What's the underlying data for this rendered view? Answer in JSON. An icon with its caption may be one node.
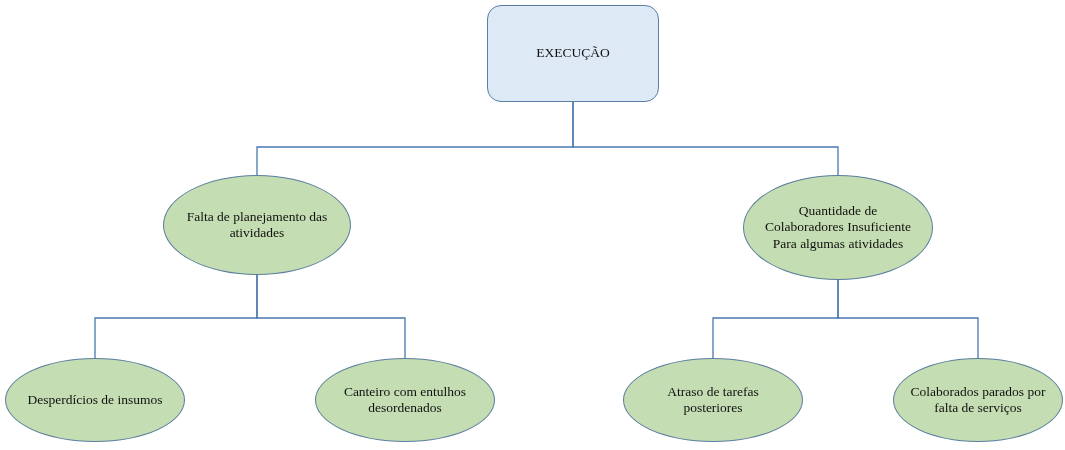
{
  "diagram": {
    "nodes": [
      {
        "text": [
          "EXECUÇÃO"
        ]
      },
      {
        "text": [
          "Falta de planejamento das atividades"
        ]
      },
      {
        "text": [
          "Quantidade de Colaboradores Insuficiente Para algumas atividades"
        ]
      },
      {
        "text": [
          "Desperdícios de insumos"
        ]
      },
      {
        "text": [
          "Canteiro com entulhos desordenados"
        ]
      },
      {
        "text": [
          "Atraso de tarefas posteriores"
        ]
      },
      {
        "text": [
          "Colaborados parados por falta de serviços"
        ]
      }
    ],
    "edges": [
      {
        "from": 0,
        "to": 1,
        "arrow": "none"
      },
      {
        "from": 0,
        "to": 2,
        "arrow": "none"
      },
      {
        "from": 1,
        "to": 3,
        "arrow": "none"
      },
      {
        "from": 1,
        "to": 4,
        "arrow": "none"
      },
      {
        "from": 2,
        "to": 5,
        "arrow": "none"
      },
      {
        "from": 2,
        "to": 6,
        "arrow": "none"
      }
    ]
  }
}
